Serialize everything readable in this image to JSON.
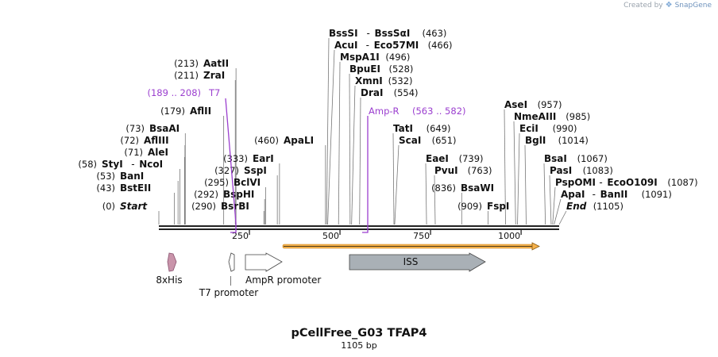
{
  "branding": {
    "created_by": "Created by",
    "app": "SnapGene"
  },
  "map": {
    "name": "pCellFree_G03 TFAP4",
    "length_label": "1105 bp",
    "total_bp": 1105,
    "ruler": {
      "ticks": [
        250,
        500,
        750,
        1000
      ]
    },
    "colors": {
      "primer": "#9b3fcf",
      "cds": "#b0b6bb",
      "arrow_fill": "#f6b24c",
      "tag": "#c994aa"
    },
    "sites": [
      {
        "name": "Start",
        "pos": "(0)",
        "bp": 0,
        "italic": true
      },
      {
        "name": "BstEII",
        "pos": "(43)",
        "bp": 43
      },
      {
        "name": "BanI",
        "pos": "(53)",
        "bp": 53
      },
      {
        "name": "StyI",
        "name2": "NcoI",
        "pos": "(58)",
        "bp": 58
      },
      {
        "name": "AleI",
        "pos": "(71)",
        "bp": 71
      },
      {
        "name": "AflIII",
        "pos": "(72)",
        "bp": 72
      },
      {
        "name": "BsaAI",
        "pos": "(73)",
        "bp": 73
      },
      {
        "name": "AflII",
        "pos": "(179)",
        "bp": 179
      },
      {
        "name": "ZraI",
        "pos": "(211)",
        "bp": 211
      },
      {
        "name": "AatII",
        "pos": "(213)",
        "bp": 213
      },
      {
        "name": "BsrBI",
        "pos": "(290)",
        "bp": 290
      },
      {
        "name": "BspHI",
        "pos": "(292)",
        "bp": 292
      },
      {
        "name": "BclVI",
        "pos": "(295)",
        "bp": 295
      },
      {
        "name": "SspI",
        "pos": "(327)",
        "bp": 327
      },
      {
        "name": "EarI",
        "pos": "(333)",
        "bp": 333
      },
      {
        "name": "ApaLI",
        "pos": "(460)",
        "bp": 460
      },
      {
        "name": "BssSI",
        "name2": "BssSαI",
        "pos": "(463)",
        "bp": 463
      },
      {
        "name": "AcuI",
        "name2": "Eco57MI",
        "pos": "(466)",
        "bp": 466
      },
      {
        "name": "MspA1I",
        "pos": "(496)",
        "bp": 496
      },
      {
        "name": "BpuEI",
        "pos": "(528)",
        "bp": 528
      },
      {
        "name": "XmnI",
        "pos": "(532)",
        "bp": 532
      },
      {
        "name": "DraI",
        "pos": "(554)",
        "bp": 554
      },
      {
        "name": "TatI",
        "pos": "(649)",
        "bp": 649
      },
      {
        "name": "ScaI",
        "pos": "(651)",
        "bp": 651
      },
      {
        "name": "EaeI",
        "pos": "(739)",
        "bp": 739
      },
      {
        "name": "PvuI",
        "pos": "(763)",
        "bp": 763
      },
      {
        "name": "BsaWI",
        "pos": "(836)",
        "bp": 836
      },
      {
        "name": "FspI",
        "pos": "(909)",
        "bp": 909
      },
      {
        "name": "AseI",
        "pos": "(957)",
        "bp": 957
      },
      {
        "name": "NmeAIII",
        "pos": "(985)",
        "bp": 985
      },
      {
        "name": "EciI",
        "pos": "(990)",
        "bp": 990
      },
      {
        "name": "BglI",
        "pos": "(1014)",
        "bp": 1014
      },
      {
        "name": "BsaI",
        "pos": "(1067)",
        "bp": 1067
      },
      {
        "name": "PasI",
        "pos": "(1083)",
        "bp": 1083
      },
      {
        "name": "PspOMI",
        "name2": "EcoO109I",
        "pos": "(1087)",
        "bp": 1087
      },
      {
        "name": "ApaI",
        "name2": "BanII",
        "pos": "(1091)",
        "bp": 1091
      },
      {
        "name": "End",
        "pos": "(1105)",
        "bp": 1105,
        "italic": true
      }
    ],
    "primers": [
      {
        "name": "T7",
        "range": "(189 .. 208)"
      },
      {
        "name": "Amp-R",
        "range": "(563 .. 582)"
      }
    ],
    "features": [
      {
        "name": "8xHis"
      },
      {
        "name": "T7 promoter"
      },
      {
        "name": "AmpR promoter"
      },
      {
        "name": "ISS"
      }
    ]
  }
}
